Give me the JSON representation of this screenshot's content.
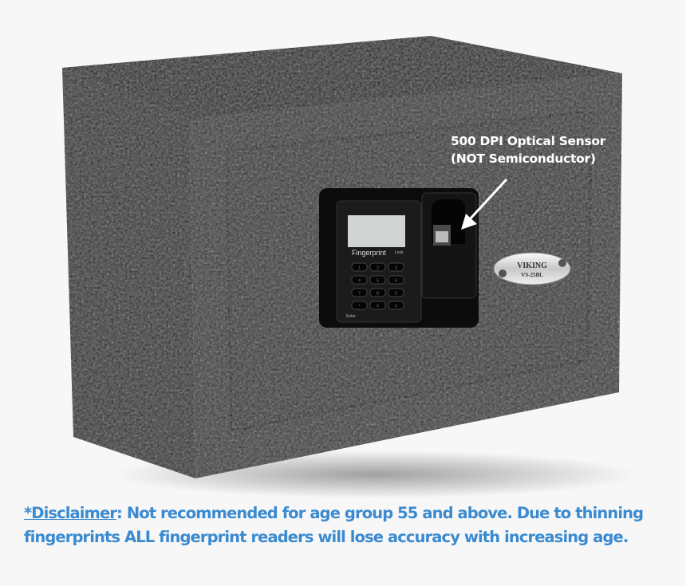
{
  "callout": {
    "line1": "500 DPI Optical Sensor",
    "line2": "(NOT Semiconductor)"
  },
  "keypad": {
    "label": "Fingerprint",
    "lock_label": "Lock",
    "enter_label": "Enter",
    "keys": [
      "1",
      "2",
      "3",
      "4",
      "5",
      "6",
      "7",
      "8",
      "9",
      "*",
      "0",
      "#"
    ]
  },
  "badge": {
    "brand": "VIKING",
    "model": "VS-25BL"
  },
  "disclaimer": {
    "heading": "*Disclaimer",
    "text": ": Not recommended for age group 55 and above. Due to thinning fingerprints ALL fingerprint readers will lose accuracy with increasing age."
  },
  "colors": {
    "safe_body": "#2a2a2a",
    "callout_text": "#ffffff",
    "disclaimer_text": "#3a8ad0"
  }
}
